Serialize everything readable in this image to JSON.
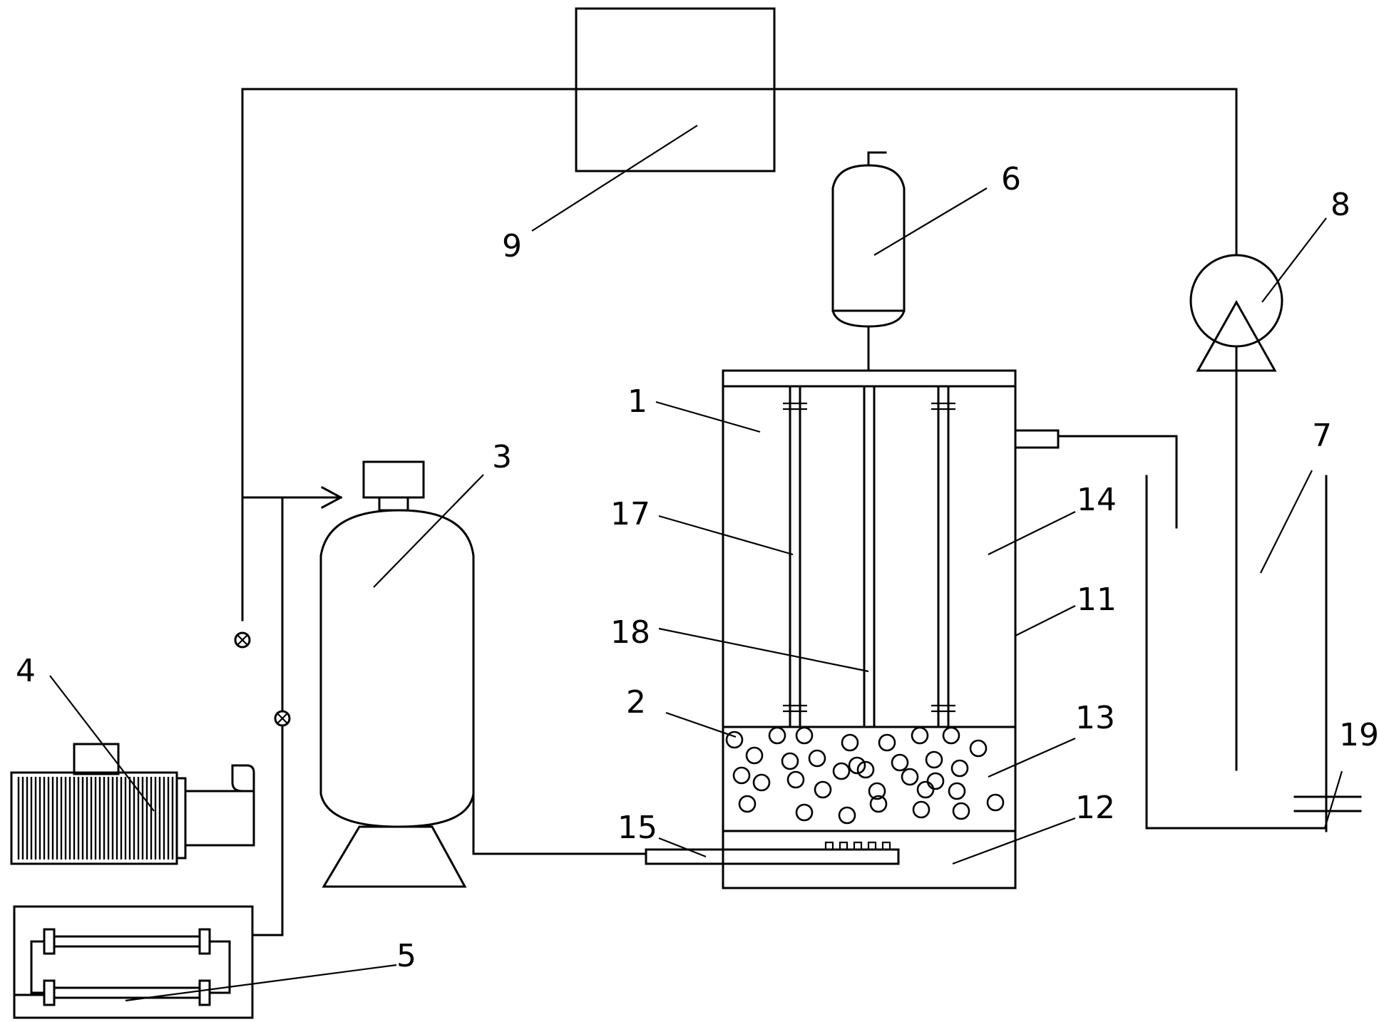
{
  "labels": {
    "l1": "1",
    "l2": "2",
    "l3": "3",
    "l4": "4",
    "l5": "5",
    "l6": "6",
    "l7": "7",
    "l8": "8",
    "l9": "9",
    "l11": "11",
    "l12": "12",
    "l13": "13",
    "l14": "14",
    "l15": "15",
    "l17": "17",
    "l18": "18",
    "l19": "19"
  },
  "colors": {
    "line": "#000000",
    "background": "#ffffff"
  },
  "icons": {
    "valve": "valve-icon",
    "pump": "pump-icon",
    "motor": "motor-icon"
  }
}
